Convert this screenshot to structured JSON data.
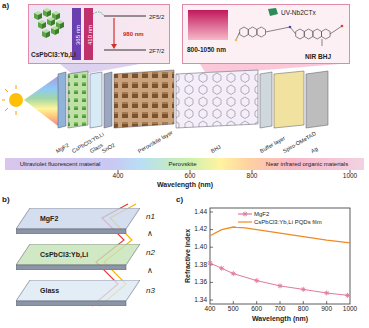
{
  "diagram": {
    "nodes": [
      {
        "text": [
          "CsPbCl3:Yb,Li",
          "365 nm",
          "410 nm",
          "2F5/2",
          "2F7/2",
          "980 nm"
        ]
      },
      {
        "text": [
          "800-1050 nm",
          "UV-Nb2CTx",
          "NIR BHJ"
        ]
      },
      {
        "text": [
          "Ultraviolet fluorescent material"
        ]
      },
      {
        "text": [
          "Perovskite"
        ]
      },
      {
        "text": [
          "Near infrared organic materials"
        ]
      },
      {
        "text": [
          "MgF2"
        ]
      },
      {
        "text": [
          "CsPbCl3:Yb,Li"
        ]
      },
      {
        "text": [
          "Glass"
        ]
      }
    ],
    "labels": [
      "a)",
      "MgF2",
      "CsPbCl3:Yb,Li",
      "Glass",
      "SnO2",
      "Perovskite layer",
      "BHJ",
      "Buffer layer",
      "Spiro-OMeTAD",
      "Ag",
      "400",
      "600",
      "800",
      "1000",
      "Wavelength (nm)",
      "b)",
      "n1",
      "∧",
      "n2",
      "∧",
      "n3",
      "c)",
      "Refractive index",
      "1.44",
      "1.42",
      "1.40",
      "1.38",
      "1.36",
      "1.34",
      "400",
      "500",
      "600",
      "700",
      "800",
      "900",
      "1000",
      "Wavelength (nm)"
    ],
    "legend": [
      {
        "text": "MgF2"
      },
      {
        "text": "CsPbCl3:Yb,Li PQDs film"
      }
    ]
  }
}
